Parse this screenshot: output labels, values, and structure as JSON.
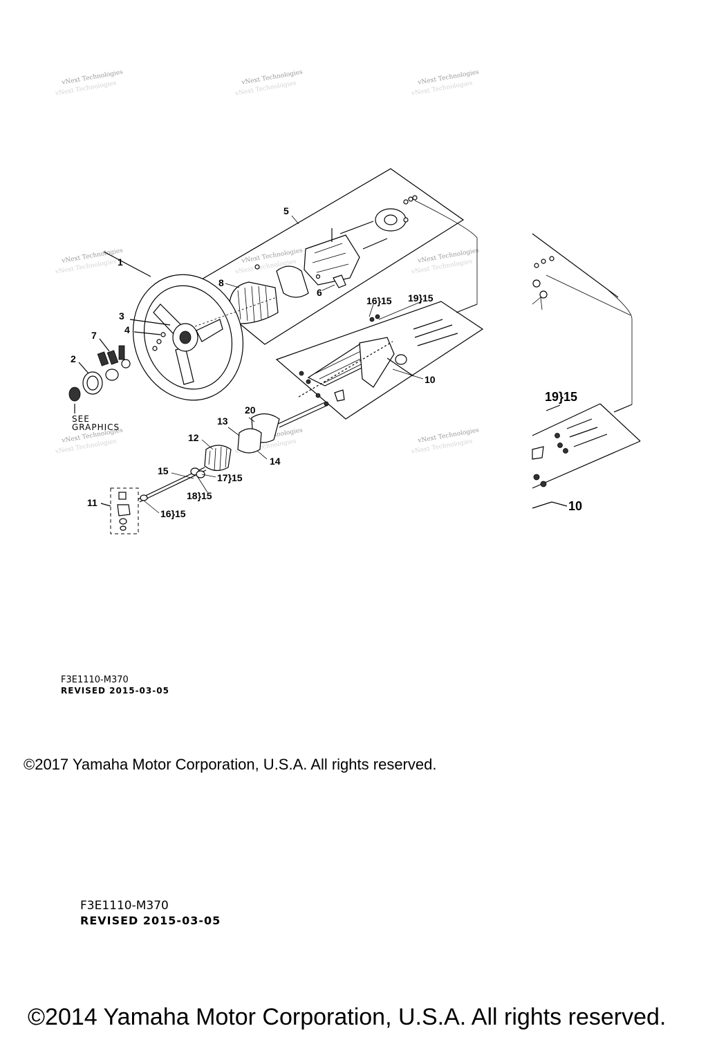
{
  "watermark": "vNext Technologies",
  "callouts": {
    "c1": "1",
    "c2": "2",
    "c3": "3",
    "c4": "4",
    "c5": "5",
    "c6": "6",
    "c7": "7",
    "c8": "8",
    "c10": "10",
    "c11": "11",
    "c12": "12",
    "c13": "13",
    "c14": "14",
    "c15": "15",
    "c20": "20",
    "c16_15_top": "16}15",
    "c19_15_top": "19}15",
    "c17_15": "17}15",
    "c18_15": "18}15",
    "c16_15_bottom": "16}15",
    "c19_15_zoom": "19}15",
    "c10_zoom": "10"
  },
  "see_graphics": {
    "line1": "SEE",
    "line2": "GRAPHICS"
  },
  "footer_small": {
    "code": "F3E1110-M370",
    "revised": "REVISED 2015-03-05",
    "copyright": "©2017 Yamaha Motor Corporation, U.S.A. All rights reserved."
  },
  "footer_large": {
    "code": "F3E1110-M370",
    "revised": "REVISED 2015-03-05",
    "copyright": "©2014 Yamaha Motor Corporation, U.S.A. All rights reserved."
  }
}
